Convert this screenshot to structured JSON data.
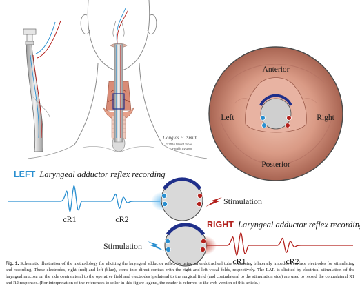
{
  "illustration": {
    "signature": "Douglas H. Smith",
    "copyright": "© 2016 Mount Sinai",
    "copyright_line2": "Health System"
  },
  "endoscopic_view": {
    "anterior": "Anterior",
    "posterior": "Posterior",
    "left": "Left",
    "right": "Right"
  },
  "left_panel": {
    "title_strong": "LEFT",
    "title_rest": "Laryngeal adductor reflex recording",
    "cr1": "cR1",
    "cr2": "cR2",
    "stimulation": "Stimulation"
  },
  "right_panel": {
    "title_strong": "RIGHT",
    "title_rest": "Laryngeal adductor reflex recording",
    "cr1": "cR1",
    "cr2": "cR2",
    "stimulation": "Stimulation"
  },
  "caption": {
    "label": "Fig. 1.",
    "text": "Schematic illustration of the methodology for eliciting the laryngeal adductor reflex by using an endotracheal tube containing bilaterally imbedded surface electrodes for stimulating and recording. These electrodes, right (red) and left (blue), come into direct contact with the right and left vocal folds, respectively. The LAR is elicited by electrical stimulation of the laryngeal mucosa on the side contralateral to the operative field and electrodes ipsilateral to the surgical field (and contralateral to the stimulation side) are used to record the contralateral R1 and R2 responses. (For interpretation of the references to color in this figure legend, the reader is referred to the web version of this article.)"
  },
  "colors": {
    "blue": "#2a8fd0",
    "navy": "#1f2f8a",
    "red": "#b3201c",
    "dark_red": "#8a1a14",
    "skin_line": "#7a7a7a"
  }
}
